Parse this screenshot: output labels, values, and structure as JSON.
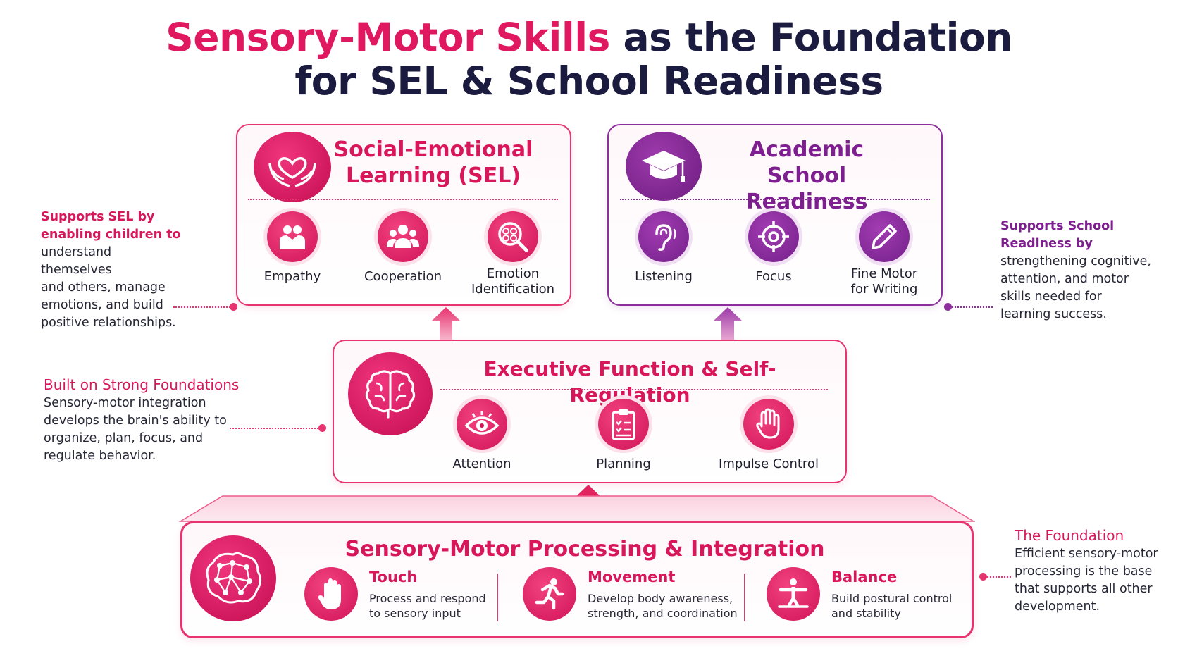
{
  "title": {
    "accent": "Sensory-Motor Skills",
    "rest_line1": " as the Foundation",
    "line2": "for SEL & School Readiness"
  },
  "sel_card": {
    "title_line1": "Social-Emotional",
    "title_line2": "Learning (SEL)",
    "icon": "heart-hands-icon",
    "skills": [
      {
        "label_line1": "Empathy",
        "label_line2": "",
        "icon": "people-hug-icon"
      },
      {
        "label_line1": "Cooperation",
        "label_line2": "",
        "icon": "group-icon"
      },
      {
        "label_line1": "Emotion",
        "label_line2": "Identification",
        "icon": "faces-magnifier-icon"
      }
    ]
  },
  "academic_card": {
    "title_line1": "Academic",
    "title_line2": "School Readiness",
    "icon": "graduation-cap-icon",
    "skills": [
      {
        "label_line1": "Listening",
        "label_line2": "",
        "icon": "ear-icon"
      },
      {
        "label_line1": "Focus",
        "label_line2": "",
        "icon": "target-icon"
      },
      {
        "label_line1": "Fine Motor",
        "label_line2": "for Writing",
        "icon": "pencil-icon"
      }
    ]
  },
  "executive_card": {
    "title": "Executive Function & Self-Regulation",
    "icon": "brain-icon",
    "skills": [
      {
        "label": "Attention",
        "icon": "eye-icon"
      },
      {
        "label": "Planning",
        "icon": "clipboard-checklist-icon"
      },
      {
        "label": "Impulse Control",
        "icon": "stop-hand-icon"
      }
    ]
  },
  "foundation_card": {
    "title": "Sensory-Motor Processing & Integration",
    "icon": "neural-network-brain-icon",
    "items": [
      {
        "title": "Touch",
        "desc_line1": "Process and respond",
        "desc_line2": "to sensory input",
        "icon": "hand-icon"
      },
      {
        "title": "Movement",
        "desc_line1": "Develop body awareness,",
        "desc_line2": "strength, and coordination",
        "icon": "running-person-icon"
      },
      {
        "title": "Balance",
        "desc_line1": "Build postural control",
        "desc_line2": "and stability",
        "icon": "balance-person-icon"
      }
    ]
  },
  "notes": {
    "sel": {
      "head_line1": "Supports SEL by",
      "head_line2": "enabling children to",
      "lines": [
        "understand themselves",
        "and others, manage",
        "emotions, and build",
        "positive relationships."
      ]
    },
    "academic": {
      "head_line1": "Supports School",
      "head_line2": "Readiness by",
      "lines": [
        "strengthening cognitive,",
        "attention, and motor",
        "skills needed for",
        "learning success."
      ]
    },
    "executive": {
      "head": "Built on Strong Foundations",
      "lines": [
        "Sensory-motor integration",
        "develops the brain's ability to",
        "organize, plan, focus, and",
        "regulate behavior."
      ]
    },
    "foundation": {
      "head": "The Foundation",
      "lines": [
        "Efficient sensory-motor",
        "processing is the base",
        "that supports all other",
        "development."
      ]
    }
  },
  "colors": {
    "pink": "#e0185f",
    "purple": "#7d1f8e",
    "navy": "#1b1b40"
  }
}
